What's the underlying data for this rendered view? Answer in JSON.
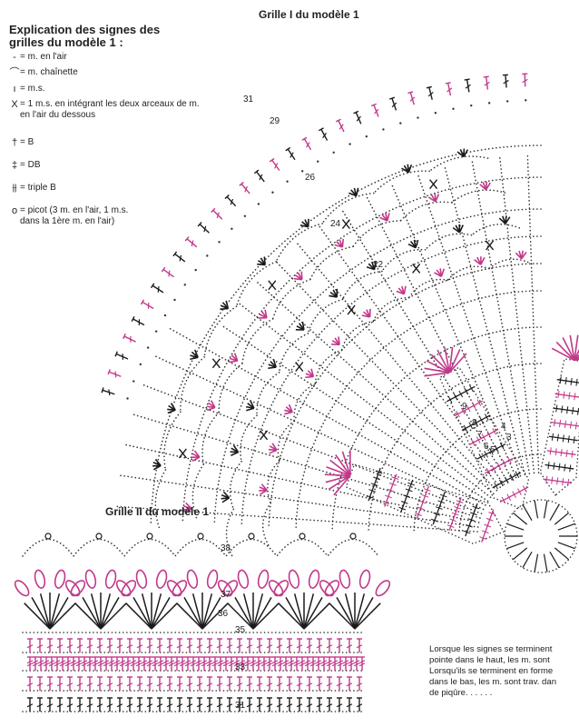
{
  "colors": {
    "pink": "#c2388a",
    "black": "#1b1b1b",
    "dot": "#333333"
  },
  "legend": {
    "title_line1": "Explication des signes des",
    "title_line2": "grilles du modèle 1 :",
    "items": [
      {
        "symbol": "-",
        "text": "= m. en l'air"
      },
      {
        "symbol": "⌒",
        "text": "= m. chaînette"
      },
      {
        "symbol": "ı",
        "text": "= m.s."
      },
      {
        "symbol": "X",
        "text": "= 1 m.s. en intégrant les deux arceaux de m. en l'air du dessous"
      },
      {
        "symbol": "†",
        "text": "= B"
      },
      {
        "symbol": "‡",
        "text": "= DB"
      },
      {
        "symbol": "⫵",
        "text": "= triple B"
      },
      {
        "symbol": "o",
        "text": "= picot (3 m. en l'air, 1 m.s. dans la 1ère m. en l'air)"
      }
    ]
  },
  "grille1": {
    "title": "Grille I du modèle 1",
    "row_numbers": [
      "3",
      "4",
      "5",
      "6",
      "7",
      "8",
      "9",
      "22",
      "24",
      "26",
      "29",
      "31"
    ]
  },
  "grille2": {
    "title": "Grille II du modèle 1",
    "row_numbers": [
      "31",
      "33",
      "35",
      "36",
      "37",
      "38"
    ]
  },
  "note": {
    "line1": "Lorsque les signes se terminent",
    "line2": "pointe dans le haut, les m. sont ",
    "line3": "Lorsqu'ils se terminent en forme",
    "line4": "dans le bas, les m. sont trav. dan",
    "line5": "de piqûre. . . . . ."
  }
}
